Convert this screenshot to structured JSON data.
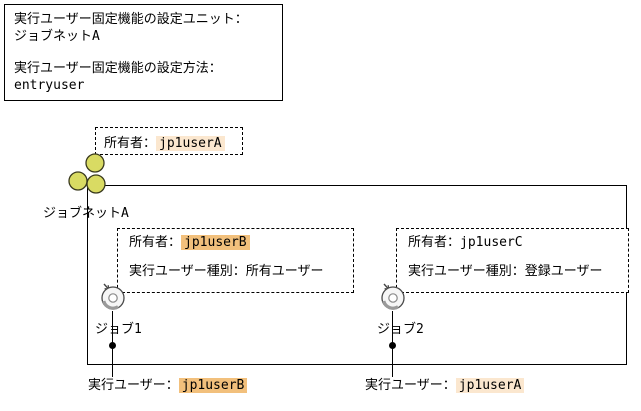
{
  "info_box": {
    "unit_label": "実行ユーザー固定機能の設定ユニット：",
    "unit_value": "ジョブネットA",
    "method_label": "実行ユーザー固定機能の設定方法：",
    "method_value": "entryuser"
  },
  "jobnet": {
    "name": "ジョブネットA",
    "owner_label": "所有者：",
    "owner_value": "jp1userA"
  },
  "jobs": [
    {
      "name": "ジョブ1",
      "owner_label": "所有者：",
      "owner_value": "jp1userB",
      "exec_type": "実行ユーザー種別：所有ユーザー",
      "exec_user_label": "実行ユーザー：",
      "exec_user_value": "jp1userB"
    },
    {
      "name": "ジョブ2",
      "owner_label": "所有者：",
      "owner_value": "jp1userC",
      "exec_type": "実行ユーザー種別：登録ユーザー",
      "exec_user_label": "実行ユーザー：",
      "exec_user_value": "jp1userA"
    }
  ],
  "icons": {
    "jobnet": "jobnet-icon",
    "job": "job-icon"
  },
  "colors": {
    "highlight_light": "#fbe7cf",
    "highlight_orange": "#f2c07c",
    "jobnet_icon_fill": "#d9db63",
    "line": "#000000"
  }
}
